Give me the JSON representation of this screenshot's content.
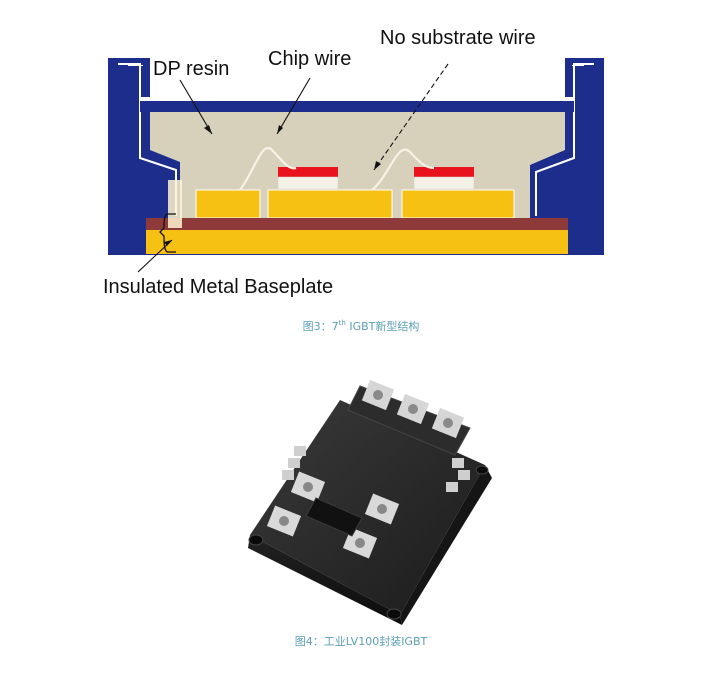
{
  "figure1": {
    "labels": {
      "dp_resin": "DP resin",
      "chip_wire": "Chip wire",
      "no_substrate_wire": "No substrate wire",
      "insulated_metal_baseplate": "Insulated Metal Baseplate"
    },
    "caption": {
      "prefix": "图3：7",
      "sup": "th",
      "suffix": " IGBT新型结构"
    },
    "colors": {
      "case": "#1c2d8c",
      "resin": "#d7d1bc",
      "copper": "#f7c114",
      "insulator": "#8e3a3a",
      "chip_red": "#e8131d",
      "chip_white": "#f4f1e8"
    }
  },
  "figure2": {
    "caption": "图4：工业LV100封装IGBT"
  }
}
